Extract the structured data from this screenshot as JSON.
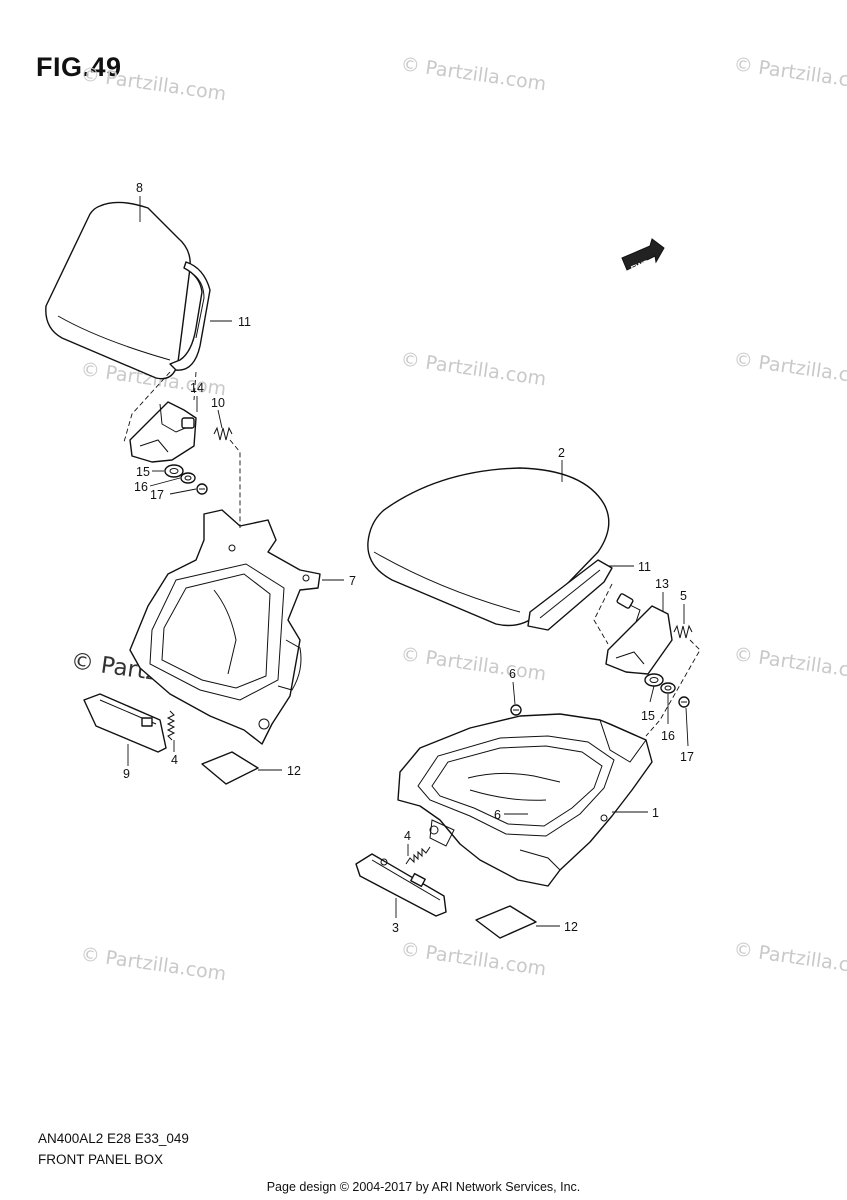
{
  "figure": {
    "title": "FIG.49",
    "model_code": "AN400AL2 E28 E33_049",
    "section_name": "FRONT PANEL BOX"
  },
  "footer": {
    "text": "Page design © 2004-2017 by ARI Network Services, Inc."
  },
  "watermark": {
    "text": "© Partzilla.com"
  },
  "direction_badge": {
    "text": "FWD"
  },
  "callouts": {
    "c8": "8",
    "c11a": "11",
    "c14": "14",
    "c10": "10",
    "c15a": "15",
    "c16a": "16",
    "c17a": "17",
    "c7": "7",
    "c9": "9",
    "c4a": "4",
    "c12a": "12",
    "c2": "2",
    "c11b": "11",
    "c13": "13",
    "c5": "5",
    "c6a": "6",
    "c15b": "15",
    "c16b": "16",
    "c17b": "17",
    "c1": "1",
    "c6b": "6",
    "c4b": "4",
    "c3": "3",
    "c12b": "12"
  }
}
